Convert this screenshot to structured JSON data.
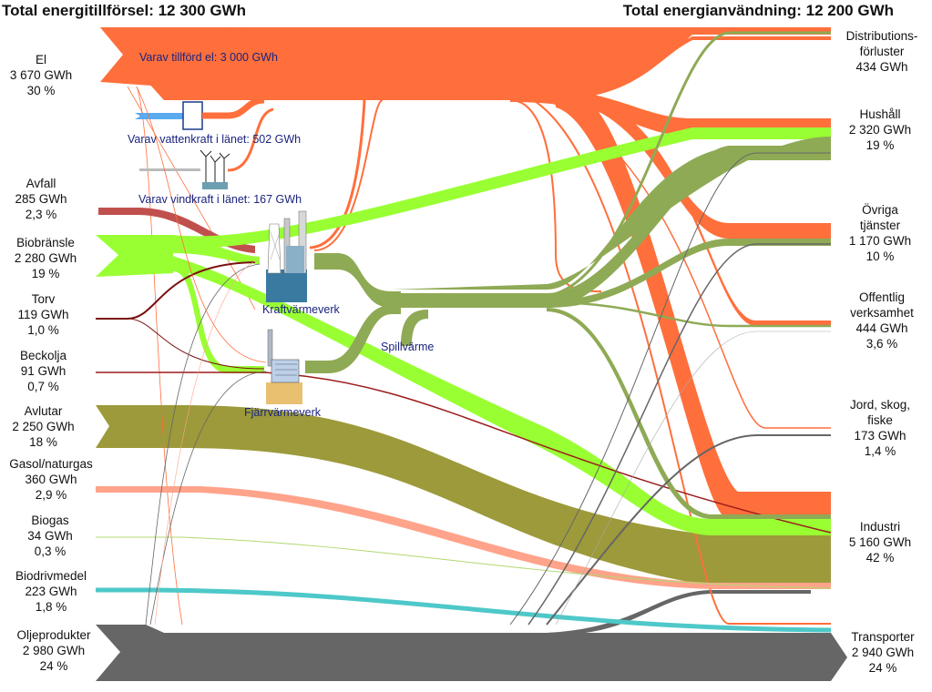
{
  "headers": {
    "supply": "Total energitillförsel: 12 300 GWh",
    "use": "Total energianvändning: 12 200 GWh"
  },
  "sources": [
    {
      "id": "el",
      "name": "El",
      "value": "3 670 GWh",
      "share": "30 %"
    },
    {
      "id": "avfall",
      "name": "Avfall",
      "value": "285 GWh",
      "share": "2,3 %"
    },
    {
      "id": "biobransle",
      "name": "Biobränsle",
      "value": "2 280 GWh",
      "share": "19 %"
    },
    {
      "id": "torv",
      "name": "Torv",
      "value": "119 GWh",
      "share": "1,0 %"
    },
    {
      "id": "beckolja",
      "name": "Beckolja",
      "value": "91 GWh",
      "share": "0,7 %"
    },
    {
      "id": "avlutar",
      "name": "Avlutar",
      "value": "2 250 GWh",
      "share": "18 %"
    },
    {
      "id": "gasol",
      "name": "Gasol/naturgas",
      "value": "360 GWh",
      "share": "2,9 %"
    },
    {
      "id": "biogas",
      "name": "Biogas",
      "value": "34 GWh",
      "share": "0,3 %"
    },
    {
      "id": "biodrivmedel",
      "name": "Biodrivmedel",
      "value": "223 GWh",
      "share": "1,8 %"
    },
    {
      "id": "olja",
      "name": "Oljeprodukter",
      "value": "2 980 GWh",
      "share": "24 %"
    }
  ],
  "targets": [
    {
      "id": "distribution",
      "name": [
        "Distributions-",
        "förluster"
      ],
      "value": "434 GWh",
      "share": ""
    },
    {
      "id": "hushall",
      "name": [
        "Hushåll"
      ],
      "value": "2 320 GWh",
      "share": "19 %"
    },
    {
      "id": "ovriga",
      "name": [
        "Övriga",
        "tjänster"
      ],
      "value": "1 170 GWh",
      "share": "10 %"
    },
    {
      "id": "offentlig",
      "name": [
        "Offentlig",
        "verksamhet"
      ],
      "value": "444 GWh",
      "share": "3,6 %"
    },
    {
      "id": "jord",
      "name": [
        "Jord, skog,",
        "fiske"
      ],
      "value": "173 GWh",
      "share": "1,4 %"
    },
    {
      "id": "industri",
      "name": [
        "Industri"
      ],
      "value": "5 160 GWh",
      "share": "42 %"
    },
    {
      "id": "transporter",
      "name": [
        "Transporter"
      ],
      "value": "2 940 GWh",
      "share": "24 %"
    }
  ],
  "notes": {
    "el_tillford": "Varav tillförd el: 3 000 GWh",
    "vattenkraft": "Varav vattenkraft i länet: 502 GWh",
    "vindkraft": "Varav vindkraft i länet: 167 GWh",
    "kraftvarmeverk": "Kraftvärmeverk",
    "fjarrvarmeverk": "Fjärrvärmeverk",
    "spillvarme": "Spillvärme"
  },
  "colors": {
    "el": "#ff6f3c",
    "vatten": "#5aaaf0",
    "avfall": "#c0504d",
    "bio": "#99ff33",
    "torv": "#7b1010",
    "beckolja": "#9b1c1c",
    "avlutar": "#9c9a3a",
    "heat": "#8faa55",
    "gasol": "#ffa38a",
    "biogas": "#b0d870",
    "biodrivmedel": "#4ec8c8",
    "olja": "#666666"
  }
}
